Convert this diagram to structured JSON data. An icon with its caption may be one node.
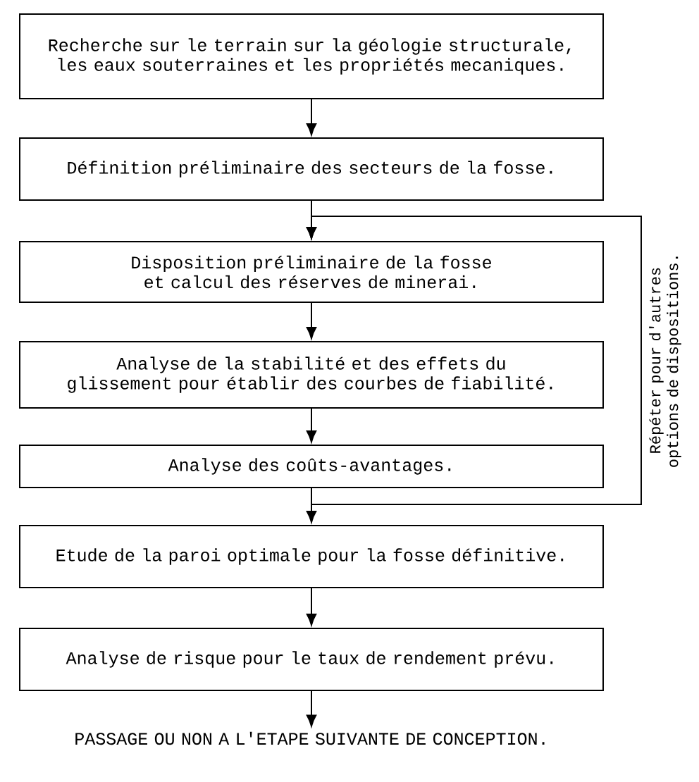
{
  "diagram": {
    "nodes": [
      {
        "text": [
          "Recherche sur le terrain sur la géologie structurale, les eaux souterraines et les propriétés mecaniques."
        ]
      },
      {
        "text": [
          "Définition préliminaire des secteurs de la fosse."
        ]
      },
      {
        "text": [
          "Disposition préliminaire de la fosse et calcul des réserves de minerai."
        ]
      },
      {
        "text": [
          "Analyse de la stabilité et des effets du glissement pour établir des courbes de fiabilité."
        ]
      },
      {
        "text": [
          "Analyse des coûts-avantages."
        ]
      },
      {
        "text": [
          "Etude de la paroi optimale pour la fosse définitive."
        ]
      },
      {
        "text": [
          "Analyse de risque pour le taux de rendement prévu."
        ]
      },
      {
        "text": [
          "PASSAGE OU NON A L'ETAPE SUIVANTE DE CONCEPTION."
        ]
      }
    ],
    "edges": [
      {
        "from": 0,
        "to": 1,
        "arrow": "to"
      },
      {
        "from": 1,
        "to": 2,
        "arrow": "to"
      },
      {
        "from": 2,
        "to": 3,
        "arrow": "to"
      },
      {
        "from": 3,
        "to": 4,
        "arrow": "to"
      },
      {
        "from": 4,
        "to": 5,
        "arrow": "to"
      },
      {
        "from": 5,
        "to": 6,
        "arrow": "to"
      },
      {
        "from": 6,
        "to": 7,
        "arrow": "to"
      },
      {
        "from": 4,
        "to": 2,
        "arrow": "to",
        "label": "Répéter pour d'autres options de dispositions."
      }
    ]
  }
}
